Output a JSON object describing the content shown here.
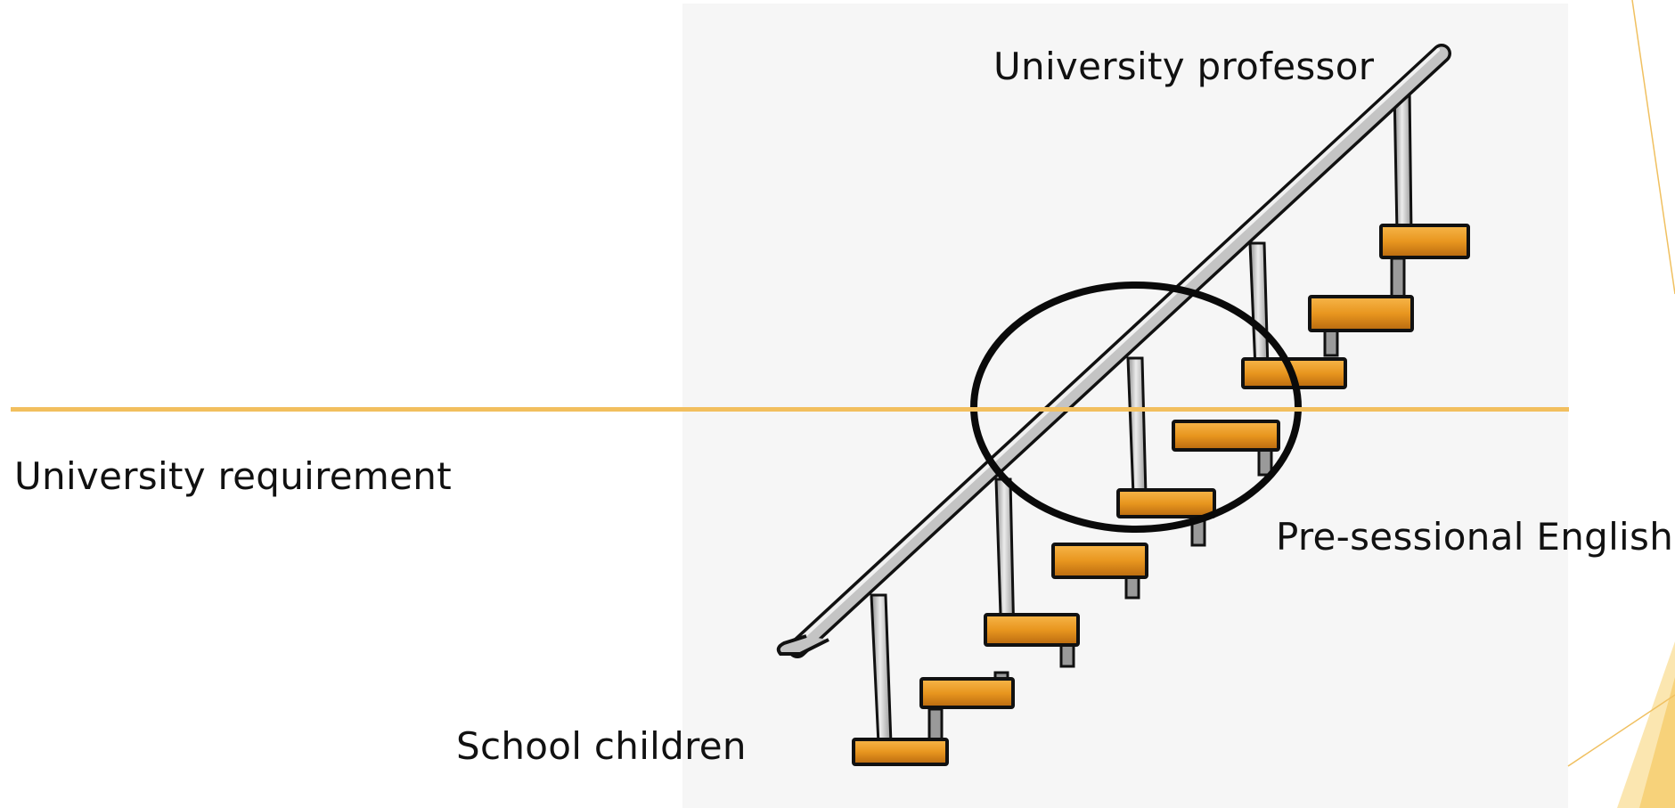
{
  "labels": {
    "top": "University professor",
    "threshold": "University requirement",
    "highlight": "Pre-sessional English",
    "bottom": "School children"
  },
  "colors": {
    "threshold_line": "#f2bf5e",
    "step_wood": "#e8961f",
    "rail_metal": "#b8b8b8",
    "outline": "#111111",
    "panel": "#f6f6f6",
    "decor": "#f7c244"
  },
  "icons": [
    "staircase-icon",
    "highlight-circle"
  ]
}
